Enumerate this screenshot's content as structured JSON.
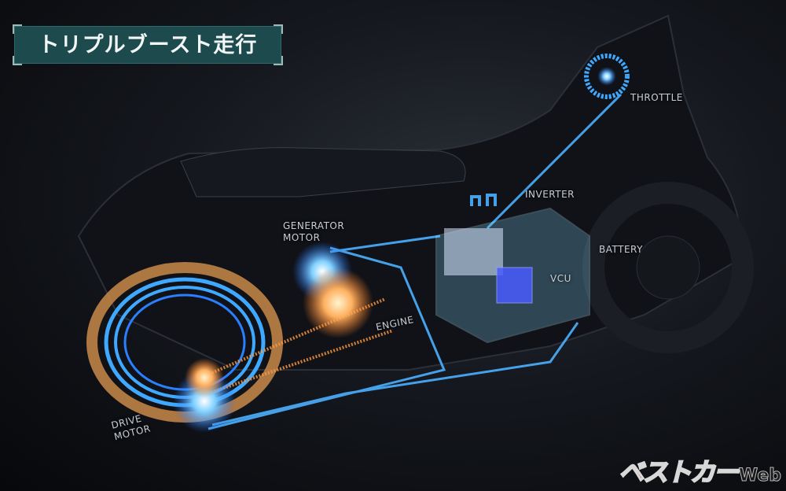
{
  "title": "トリプルブースト走行",
  "labels": {
    "throttle": "THROTTLE",
    "inverter": "INVERTER",
    "battery": "BATTERY",
    "generator_motor": [
      "GENERATOR",
      "MOTOR"
    ],
    "vcu": "VCU",
    "engine": "ENGINE",
    "drive_motor": [
      "DRIVE",
      "MOTOR"
    ]
  },
  "logo": {
    "main": "ベストカー",
    "suffix": "Web"
  },
  "colors": {
    "glow_blue": "#3fa9ff",
    "glow_orange": "#ffb060",
    "title_bg": "#1d4a4c",
    "logo_red": "#b3121a"
  }
}
